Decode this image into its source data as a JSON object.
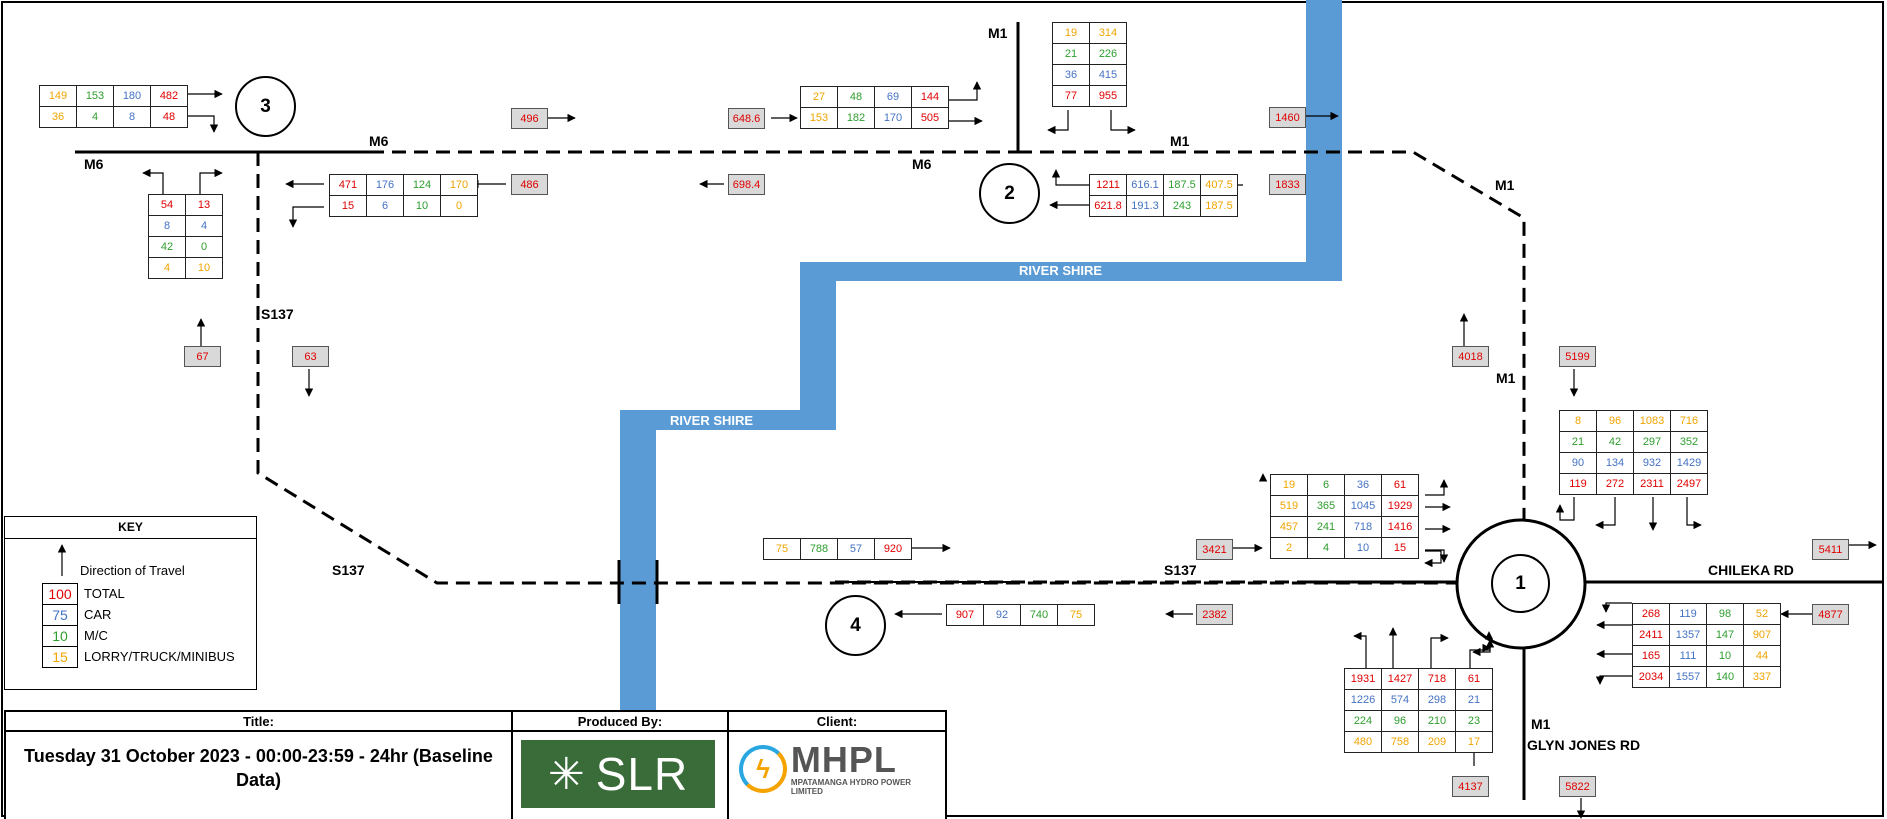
{
  "colors": {
    "total": "#e00000",
    "car": "#4472c4",
    "mc": "#2e9e2e",
    "lorry": "#f0a400",
    "river": "#5b9bd5",
    "road": "#000000"
  },
  "road_labels": {
    "m1_top": "M1",
    "m1_east": "M1",
    "m1_diag": "M1",
    "m1_mid": "M1",
    "m1_bottom": "M1",
    "m6_a": "M6",
    "m6_b": "M6",
    "m6_c": "M6",
    "s137_a": "S137",
    "s137_b": "S137",
    "s137_c": "S137",
    "chileka": "CHILEKA RD",
    "glyn": "GLYN JONES RD"
  },
  "river_labels": {
    "upper": "RIVER SHIRE",
    "lower": "RIVER SHIRE"
  },
  "nodes": {
    "n1": "1",
    "n2": "2",
    "n3": "3",
    "n4": "4"
  },
  "totals": {
    "t496": "496",
    "t648": "648.6",
    "t1460": "1460",
    "t486": "486",
    "t698": "698.4",
    "t1833": "1833",
    "t67": "67",
    "t63": "63",
    "t4018": "4018",
    "t5199": "5199",
    "t3421": "3421",
    "t2382": "2382",
    "t5411": "5411",
    "t4877": "4877",
    "t4137": "4137",
    "t5822": "5822"
  },
  "grids": {
    "g3": [
      [
        "149",
        "153",
        "180",
        "482"
      ],
      [
        "36",
        "4",
        "8",
        "48"
      ]
    ],
    "g3s": [
      [
        "54",
        "13"
      ],
      [
        "8",
        "4"
      ],
      [
        "42",
        "0"
      ],
      [
        "4",
        "10"
      ]
    ],
    "g2n": [
      [
        "27",
        "48",
        "69",
        "144"
      ],
      [
        "153",
        "182",
        "170",
        "505"
      ]
    ],
    "g2top": [
      [
        "19",
        "314"
      ],
      [
        "21",
        "226"
      ],
      [
        "36",
        "415"
      ],
      [
        "77",
        "955"
      ]
    ],
    "g2w": [
      [
        "471",
        "176",
        "124",
        "170"
      ],
      [
        "15",
        "6",
        "10",
        "0"
      ]
    ],
    "g2e": [
      [
        "1211",
        "616.1",
        "187.5",
        "407.5"
      ],
      [
        "621.8",
        "191.3",
        "243",
        "187.5"
      ]
    ],
    "g4e": [
      [
        "75",
        "788",
        "57",
        "920"
      ]
    ],
    "g4w": [
      [
        "907",
        "92",
        "740",
        "75"
      ]
    ],
    "g1w": [
      [
        "19",
        "6",
        "36",
        "61"
      ],
      [
        "519",
        "365",
        "1045",
        "1929"
      ],
      [
        "457",
        "241",
        "718",
        "1416"
      ],
      [
        "2",
        "4",
        "10",
        "15"
      ]
    ],
    "g1n": [
      [
        "8",
        "96",
        "1083",
        "716"
      ],
      [
        "21",
        "42",
        "297",
        "352"
      ],
      [
        "90",
        "134",
        "932",
        "1429"
      ],
      [
        "119",
        "272",
        "2311",
        "2497"
      ]
    ],
    "g1e": [
      [
        "268",
        "119",
        "98",
        "52"
      ],
      [
        "2411",
        "1357",
        "147",
        "907"
      ],
      [
        "165",
        "111",
        "10",
        "44"
      ],
      [
        "2034",
        "1557",
        "140",
        "337"
      ]
    ],
    "g1s": [
      [
        "1931",
        "1427",
        "718",
        "61"
      ],
      [
        "1226",
        "574",
        "298",
        "21"
      ],
      [
        "224",
        "96",
        "210",
        "23"
      ],
      [
        "480",
        "758",
        "209",
        "17"
      ]
    ]
  },
  "key": {
    "title": "KEY",
    "direction": "Direction of Travel",
    "rows": [
      {
        "value": "100",
        "label": "TOTAL"
      },
      {
        "value": "75",
        "label": "CAR"
      },
      {
        "value": "10",
        "label": "M/C"
      },
      {
        "value": "15",
        "label": "LORRY/TRUCK/MINIBUS"
      }
    ]
  },
  "title_block": {
    "title_head": "Title:",
    "title": "Tuesday 31 October 2023 - 00:00-23:59 - 24hr (Baseline Data)",
    "produced_head": "Produced By:",
    "produced_by": "SLR",
    "client_head": "Client:",
    "client": "MHPL",
    "client_full": "MPATAMANGA HYDRO POWER LIMITED"
  }
}
